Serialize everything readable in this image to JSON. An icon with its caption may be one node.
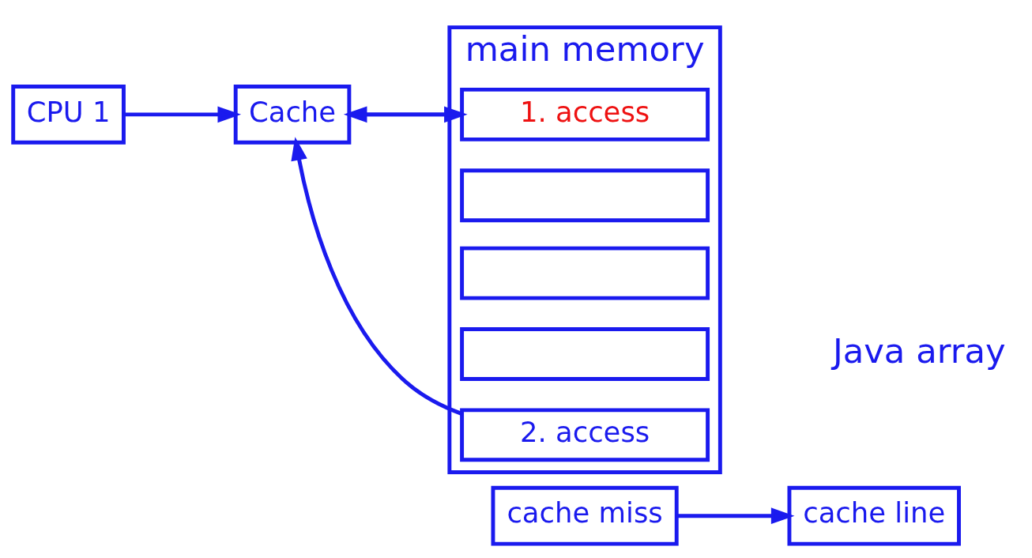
{
  "diagram": {
    "nodes": [
      {
        "text": [
          "CPU 1"
        ]
      },
      {
        "text": [
          "Cache"
        ]
      },
      {
        "text": [
          "main memory"
        ]
      },
      {
        "text": [
          "1. access"
        ],
        "in": 2
      },
      {
        "text": [],
        "shape": "box",
        "in": 2
      },
      {
        "text": [],
        "shape": "box",
        "in": 2
      },
      {
        "text": [],
        "shape": "box",
        "in": 2
      },
      {
        "text": [
          "2. access"
        ],
        "in": 2
      },
      {
        "text": [
          "cache miss"
        ]
      },
      {
        "text": [
          "cache line"
        ]
      }
    ],
    "edges": [
      {
        "from": 0,
        "to": 1,
        "arrow": "to"
      },
      {
        "from": 1,
        "to": 3,
        "arrow": "to"
      },
      {
        "from": 3,
        "to": 1,
        "arrow": "to"
      },
      {
        "from": 7,
        "to": 1,
        "arrow": "to"
      },
      {
        "from": 8,
        "to": 9,
        "arrow": "to"
      }
    ],
    "labels": [
      "Java array"
    ]
  }
}
